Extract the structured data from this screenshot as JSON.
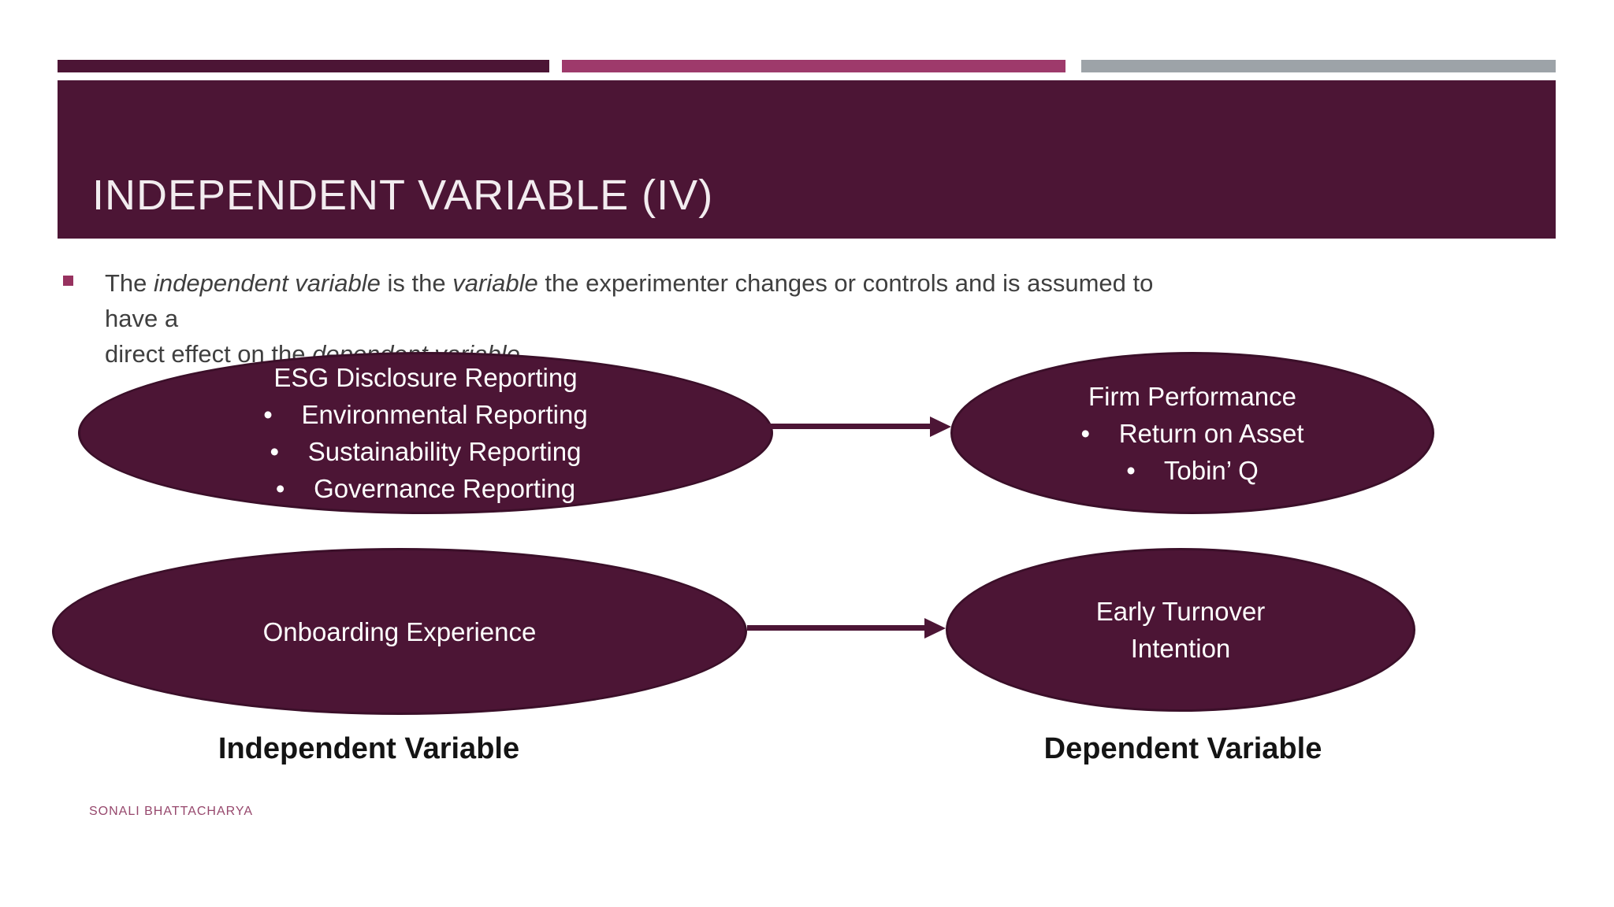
{
  "slide": {
    "title": "INDEPENDENT VARIABLE (IV)",
    "footer": "SONALI BHATTACHARYA"
  },
  "accent_bars": {
    "dark_color": "#4C1535",
    "pink_color": "#9E3A6B",
    "gray_color": "#9DA3A8"
  },
  "bullet_paragraph": {
    "bullet_color": "#97325F",
    "lines": [
      [
        {
          "text": "The ",
          "italic": false
        },
        {
          "text": "independent variable",
          "italic": true
        },
        {
          "text": " is the ",
          "italic": false
        },
        {
          "text": "variable",
          "italic": true
        },
        {
          "text": " the experimenter changes or controls and is assumed to have a",
          "italic": false
        }
      ],
      [
        {
          "text": "direct effect on the ",
          "italic": false
        },
        {
          "text": "dependent variable",
          "italic": true
        },
        {
          "text": ".",
          "italic": false
        }
      ]
    ]
  },
  "diagram": {
    "colors": {
      "shape_fill": "#4C1535",
      "shape_border": "#3B0F29",
      "shape_text": "#FFFFFF",
      "arrow": "#4C1535"
    },
    "iv_top": {
      "lines": [
        "ESG Disclosure Reporting",
        "•    Environmental Reporting",
        "•    Sustainability Reporting",
        "•    Governance Reporting"
      ]
    },
    "dv_top": {
      "lines": [
        "Firm Performance",
        "•    Return on Asset",
        "•    Tobin’ Q"
      ]
    },
    "iv_bottom": {
      "lines": [
        "Onboarding Experience"
      ]
    },
    "dv_bottom": {
      "lines": [
        "Early Turnover",
        "Intention"
      ]
    },
    "labels": {
      "left": "Independent Variable",
      "right": "Dependent Variable"
    }
  }
}
